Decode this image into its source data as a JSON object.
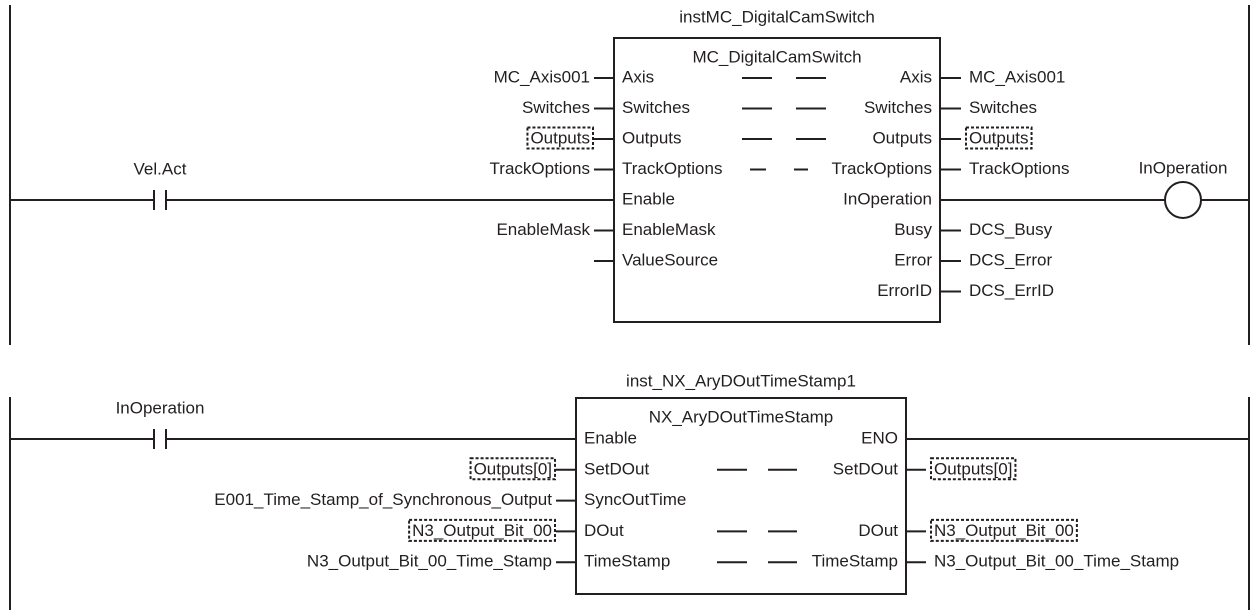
{
  "rungs": [
    {
      "instance": "instMC_DigitalCamSwitch",
      "fb_type": "MC_DigitalCamSwitch",
      "contact": "Vel.Act",
      "coil": "InOperation",
      "pins": [
        {
          "in_var": "MC_Axis001",
          "in_pin": "Axis",
          "out_pin": "Axis",
          "out_var": "MC_Axis001",
          "inout": true
        },
        {
          "in_var": "Switches",
          "in_pin": "Switches",
          "out_pin": "Switches",
          "out_var": "Switches",
          "inout": true
        },
        {
          "in_var": "Outputs",
          "in_pin": "Outputs",
          "out_pin": "Outputs",
          "out_var": "Outputs",
          "inout": true,
          "highlight_in": true,
          "highlight_out": true
        },
        {
          "in_var": "TrackOptions",
          "in_pin": "TrackOptions",
          "out_pin": "TrackOptions",
          "out_var": "TrackOptions",
          "inout": true
        },
        {
          "in_var": "",
          "in_pin": "Enable",
          "out_pin": "InOperation",
          "out_var": "",
          "power_in": true,
          "power_out": true
        },
        {
          "in_var": "EnableMask",
          "in_pin": "EnableMask",
          "out_pin": "Busy",
          "out_var": "DCS_Busy"
        },
        {
          "in_var": "",
          "in_pin": "ValueSource",
          "out_pin": "Error",
          "out_var": "DCS_Error",
          "stub_in": true
        },
        {
          "in_var": "",
          "in_pin": "",
          "out_pin": "ErrorID",
          "out_var": "DCS_ErrID"
        }
      ]
    },
    {
      "instance": "inst_NX_AryDOutTimeStamp1",
      "fb_type": "NX_AryDOutTimeStamp",
      "contact": "InOperation",
      "coil": "",
      "pins": [
        {
          "in_var": "",
          "in_pin": "Enable",
          "out_pin": "ENO",
          "out_var": "",
          "power_in": true,
          "power_out": true
        },
        {
          "in_var": "Outputs[0]",
          "in_pin": "SetDOut",
          "out_pin": "SetDOut",
          "out_var": "Outputs[0]",
          "inout": true,
          "highlight_in": true,
          "highlight_out": true
        },
        {
          "in_var": "E001_Time_Stamp_of_Synchronous_Output",
          "in_pin": "SyncOutTime",
          "out_pin": "",
          "out_var": ""
        },
        {
          "in_var": "N3_Output_Bit_00",
          "in_pin": "DOut",
          "out_pin": "DOut",
          "out_var": "N3_Output_Bit_00",
          "inout": true,
          "highlight_in": true,
          "highlight_out": true
        },
        {
          "in_var": "N3_Output_Bit_00_Time_Stamp",
          "in_pin": "TimeStamp",
          "out_pin": "TimeStamp",
          "out_var": "N3_Output_Bit_00_Time_Stamp",
          "inout": true
        }
      ]
    }
  ]
}
